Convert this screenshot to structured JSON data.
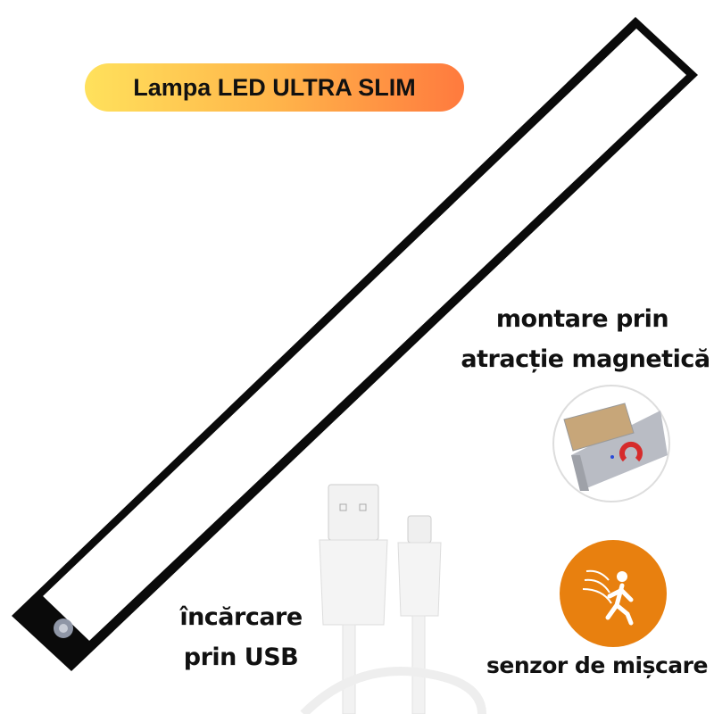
{
  "title": "Lampa LED ULTRA SLIM",
  "features": {
    "magnetic": {
      "line1": "montare prin",
      "line2": "atracție magnetică",
      "icon": "magnet-mount-icon"
    },
    "usb": {
      "line1": "încărcare",
      "line2": "prin USB",
      "icon": "usb-cable-icon"
    },
    "sensor": {
      "label": "senzor de mișcare",
      "icon": "motion-sensor-icon"
    }
  },
  "colors": {
    "pill_start": "#ffe15c",
    "pill_end": "#ff7a3e",
    "sensor_orange": "#e8800f",
    "frame": "#0a0a0a"
  }
}
